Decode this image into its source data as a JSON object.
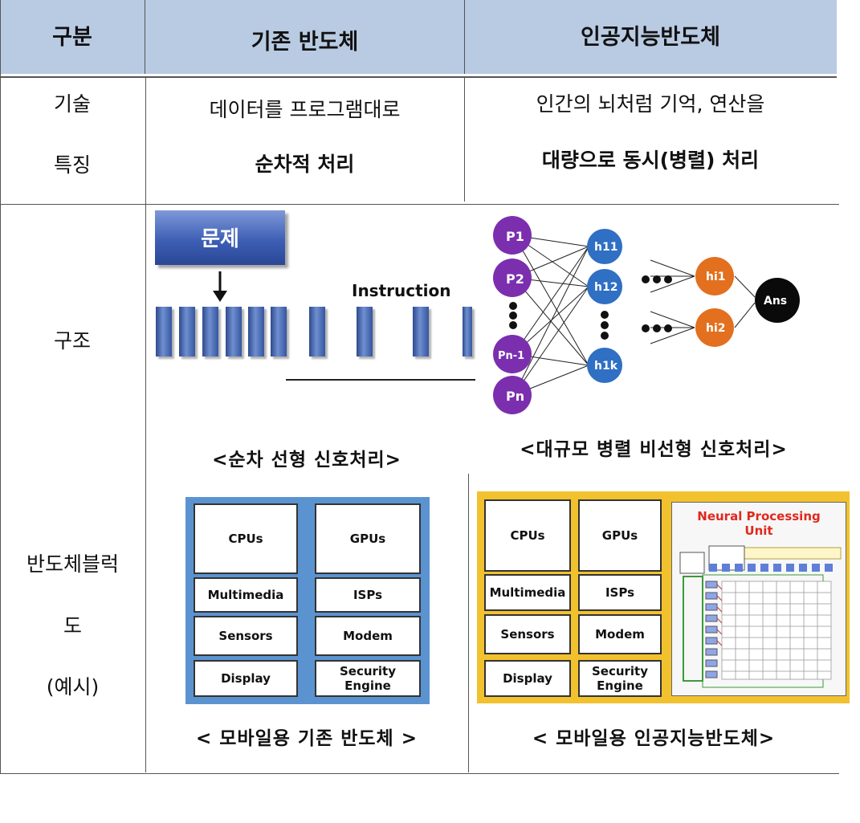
{
  "header": {
    "col1": "구분",
    "col2": "기존 반도체",
    "col3": "인공지능반도체"
  },
  "row_tech": {
    "label_line1": "기술",
    "label_line2": "특징",
    "existing_line1": "데이터를 프로그램대로",
    "existing_line2": "순차적 처리",
    "ai_line1": "인간의 뇌처럼 기억, 연산을",
    "ai_line2": "대량으로 동시(병렬) 처리"
  },
  "row_structure": {
    "label": "구조",
    "existing": {
      "problem_label": "문제",
      "instruction_label": "Instruction",
      "caption": "<순차 선형 신호처리>"
    },
    "ai": {
      "inputs": [
        "P1",
        "P2",
        "Pn-1",
        "Pn"
      ],
      "hidden1": [
        "h11",
        "h12",
        "h1k"
      ],
      "hidden2": [
        "hi1",
        "hi2"
      ],
      "output": "Ans",
      "caption": "<대규모 병렬 비선형 신호처리>"
    }
  },
  "row_block": {
    "label_line1": "반도체블럭",
    "label_line2": "도",
    "label_line3": "(예시)",
    "existing": {
      "blocks": [
        "CPUs",
        "GPUs",
        "Multimedia",
        "ISPs",
        "Sensors",
        "Modem",
        "Display",
        "Security\nEngine"
      ],
      "caption": "< 모바일용 기존 반도체 >"
    },
    "ai": {
      "blocks": [
        "CPUs",
        "GPUs",
        "Multimedia",
        "ISPs",
        "Sensors",
        "Modem",
        "Display",
        "Security\nEngine"
      ],
      "npu_title": "Neural Processing\nUnit",
      "caption": "< 모바일용 인공지능반도체>"
    }
  },
  "colors": {
    "header_bg": "#b9cbe3",
    "chip_blue": "#5b93d0",
    "chip_yellow": "#f2c12e",
    "neuron_purple": "#7b2fae",
    "neuron_blue": "#2f6fc4",
    "neuron_orange": "#e2701f",
    "npu_title": "#e0281e"
  }
}
